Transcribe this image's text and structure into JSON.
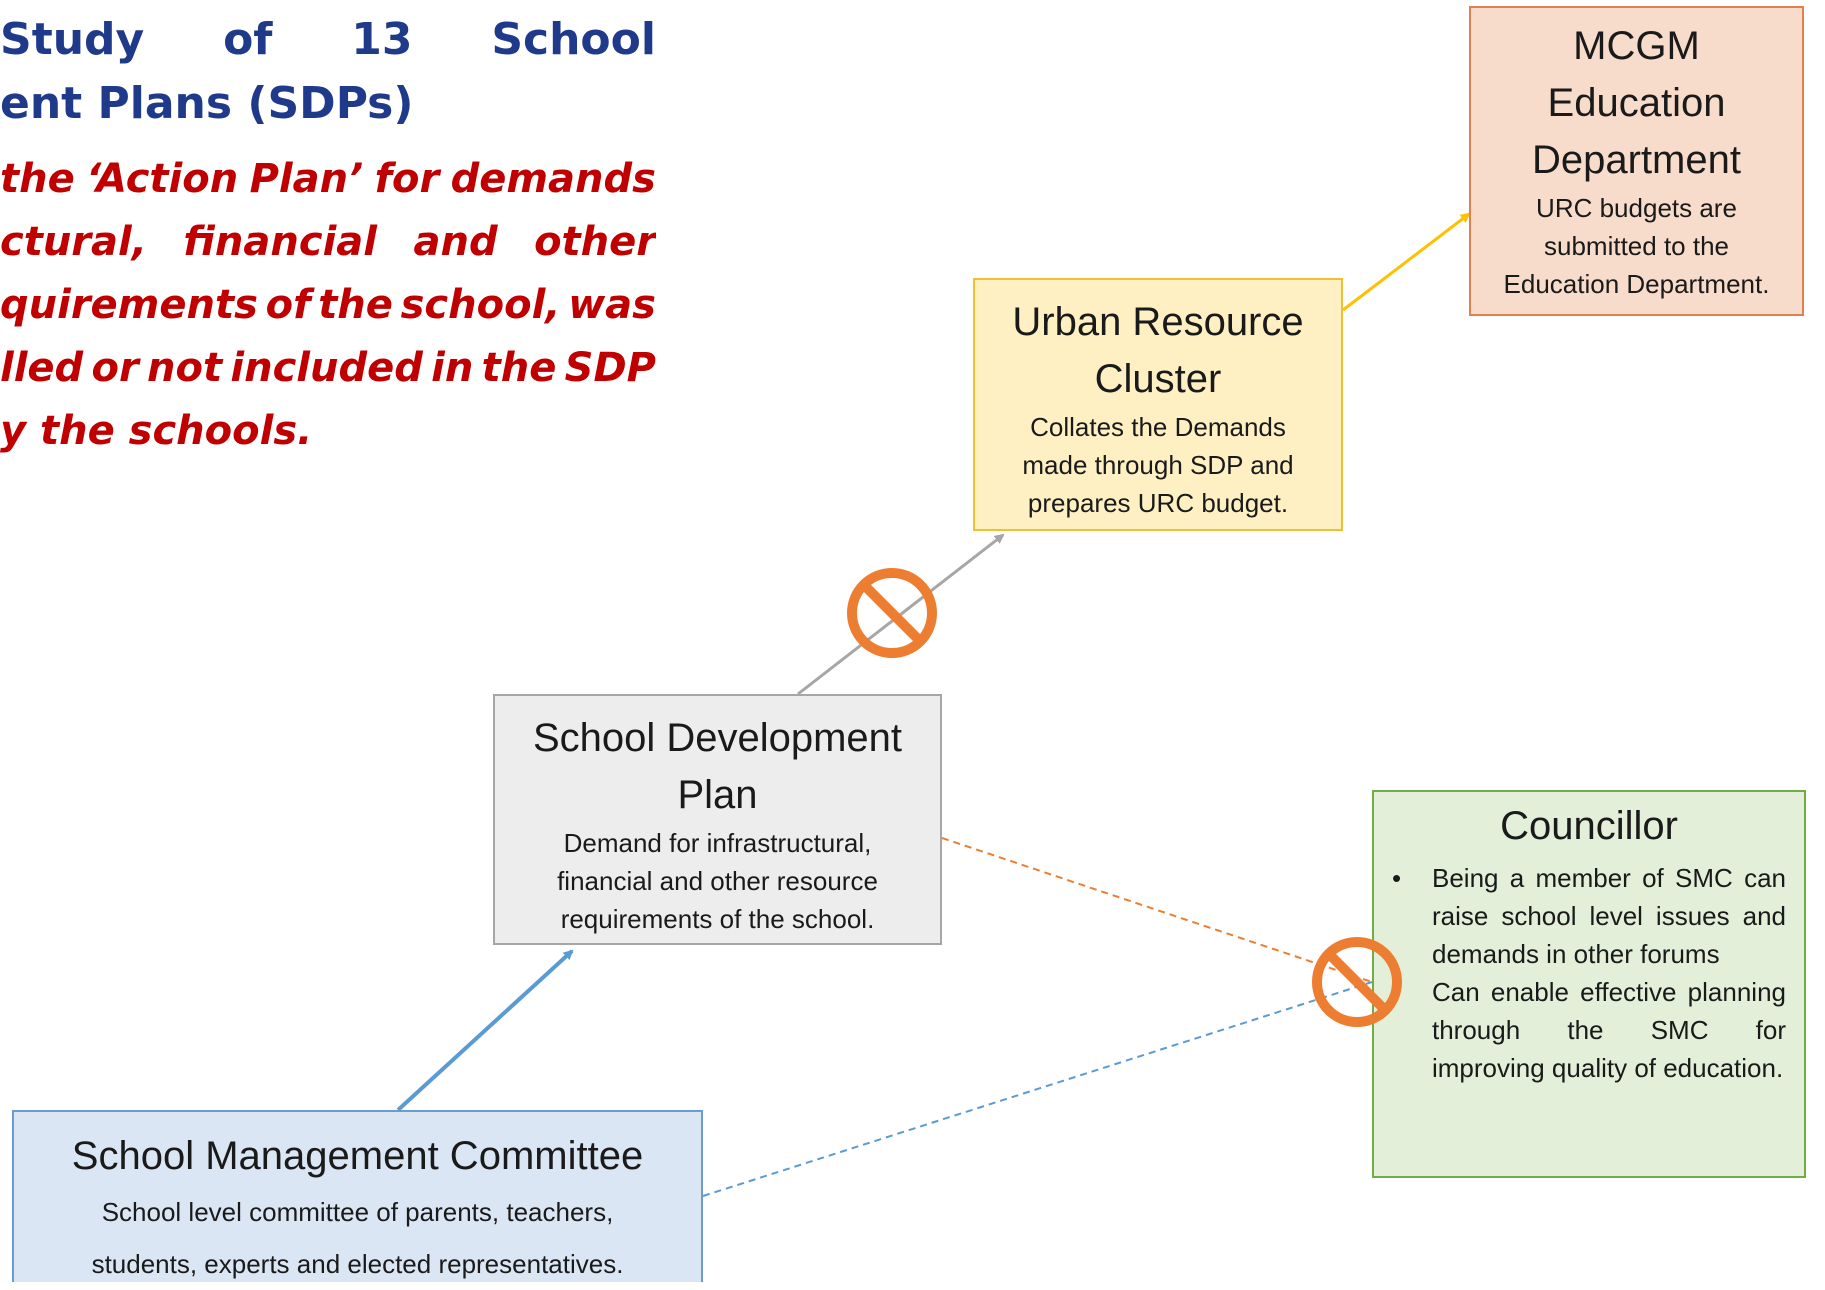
{
  "title": {
    "line1_words": [
      "Study",
      "of",
      "13",
      "School"
    ],
    "line2": "ent Plans (SDPs)"
  },
  "subtitle_lines": [
    [
      "the",
      "‘Action",
      "Plan’",
      "for",
      "demands"
    ],
    [
      "ctural,",
      "financial",
      "and",
      "other"
    ],
    [
      "quirements",
      "of",
      "the",
      "school,",
      "was"
    ],
    [
      "lled",
      "or",
      "not",
      "included",
      "in",
      "the",
      "SDP"
    ],
    [
      "y the schools."
    ]
  ],
  "boxes": {
    "mcgm": {
      "title_lines": [
        "MCGM",
        "Education",
        "Department"
      ],
      "desc_lines": [
        "URC budgets are",
        "submitted to the",
        "Education Department."
      ]
    },
    "urc": {
      "title_lines": [
        "Urban Resource",
        "Cluster"
      ],
      "desc_lines": [
        "Collates the Demands",
        "made through SDP and",
        "prepares URC budget."
      ]
    },
    "sdp": {
      "title_lines": [
        "School Development",
        "Plan"
      ],
      "desc_lines": [
        "Demand for infrastructural,",
        "financial and other resource",
        "requirements of the school."
      ]
    },
    "smc": {
      "title_lines": [
        "School Management Committee"
      ],
      "desc_lines": [
        "School level committee of parents, teachers,",
        "students, experts and elected representatives."
      ]
    },
    "councillor": {
      "title": "Councillor",
      "bullets": [
        "Being a member of SMC can raise school level issues and demands in other forums",
        "Can enable effective planning through the SMC for improving quality of education."
      ]
    }
  },
  "colors": {
    "title": "#1f3a8a",
    "subtitle": "#c00000",
    "prohibited_sign": "#ed7d31",
    "arrow_smc_to_sdp": "#5b9bd5",
    "arrow_sdp_to_urc": "#a6a6a6",
    "arrow_urc_to_mcgm": "#ffc000"
  }
}
